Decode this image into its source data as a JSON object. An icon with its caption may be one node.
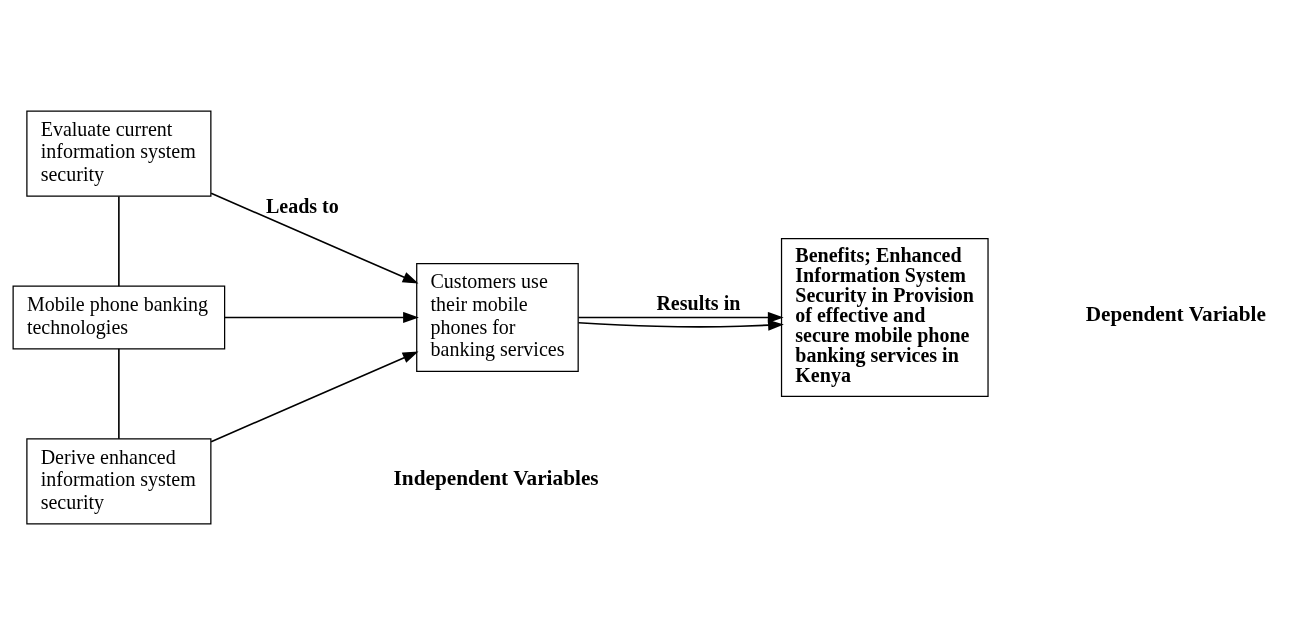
{
  "diagram": {
    "nodes": [
      {
        "text": [
          "Evaluate current information system security"
        ]
      },
      {
        "text": [
          "Mobile phone banking technologies"
        ]
      },
      {
        "text": [
          "Derive enhanced information system security"
        ]
      },
      {
        "text": [
          "Customers use their mobile phones for banking services"
        ]
      },
      {
        "text": [
          "Benefits; Enhanced Information System Security in Provision of effective and secure mobile phone banking services in Kenya"
        ]
      }
    ],
    "edges": [
      {
        "from": 0,
        "to": 1,
        "arrow": "none"
      },
      {
        "from": 1,
        "to": 2,
        "arrow": "none"
      },
      {
        "from": 0,
        "to": 3,
        "arrow": "to",
        "label": "Leads to"
      },
      {
        "from": 1,
        "to": 3,
        "arrow": "to"
      },
      {
        "from": 2,
        "to": 3,
        "arrow": "to"
      },
      {
        "from": 3,
        "to": 4,
        "arrow": "to",
        "label": "Results in"
      },
      {
        "from": 3,
        "to": 4,
        "arrow": "to"
      }
    ],
    "labels": [
      "Independent Variables",
      "Dependent Variable"
    ]
  }
}
